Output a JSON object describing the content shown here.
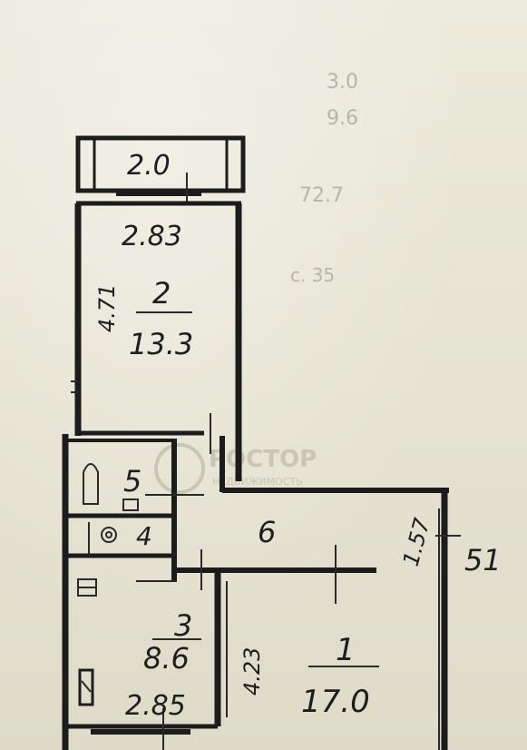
{
  "plan": {
    "rooms": {
      "balcony": {
        "area": "2.0",
        "width": "2.83"
      },
      "room2": {
        "number": "2",
        "area": "13.3",
        "side": "4.71"
      },
      "bathroom": {
        "number": "5"
      },
      "wc": {
        "number": "4"
      },
      "hall": {
        "number": "6",
        "side": "1.57"
      },
      "kitchen": {
        "number": "3",
        "area": "8.6",
        "width": "2.85"
      },
      "room1": {
        "number": "1",
        "area": "17.0",
        "side": "4.23"
      }
    },
    "outside_mark": "51"
  },
  "watermark": {
    "brand": "РОСТОР",
    "subtitle": "НЕДВИЖИМОСТЬ"
  },
  "background_text": {
    "line1": "3.0",
    "line2": "9.6",
    "line3": "72.7",
    "line4": "с. 35"
  },
  "colors": {
    "paper": "#e9e6d6",
    "ink": "#1c1c1c",
    "watermark": "#c9c6b6"
  }
}
